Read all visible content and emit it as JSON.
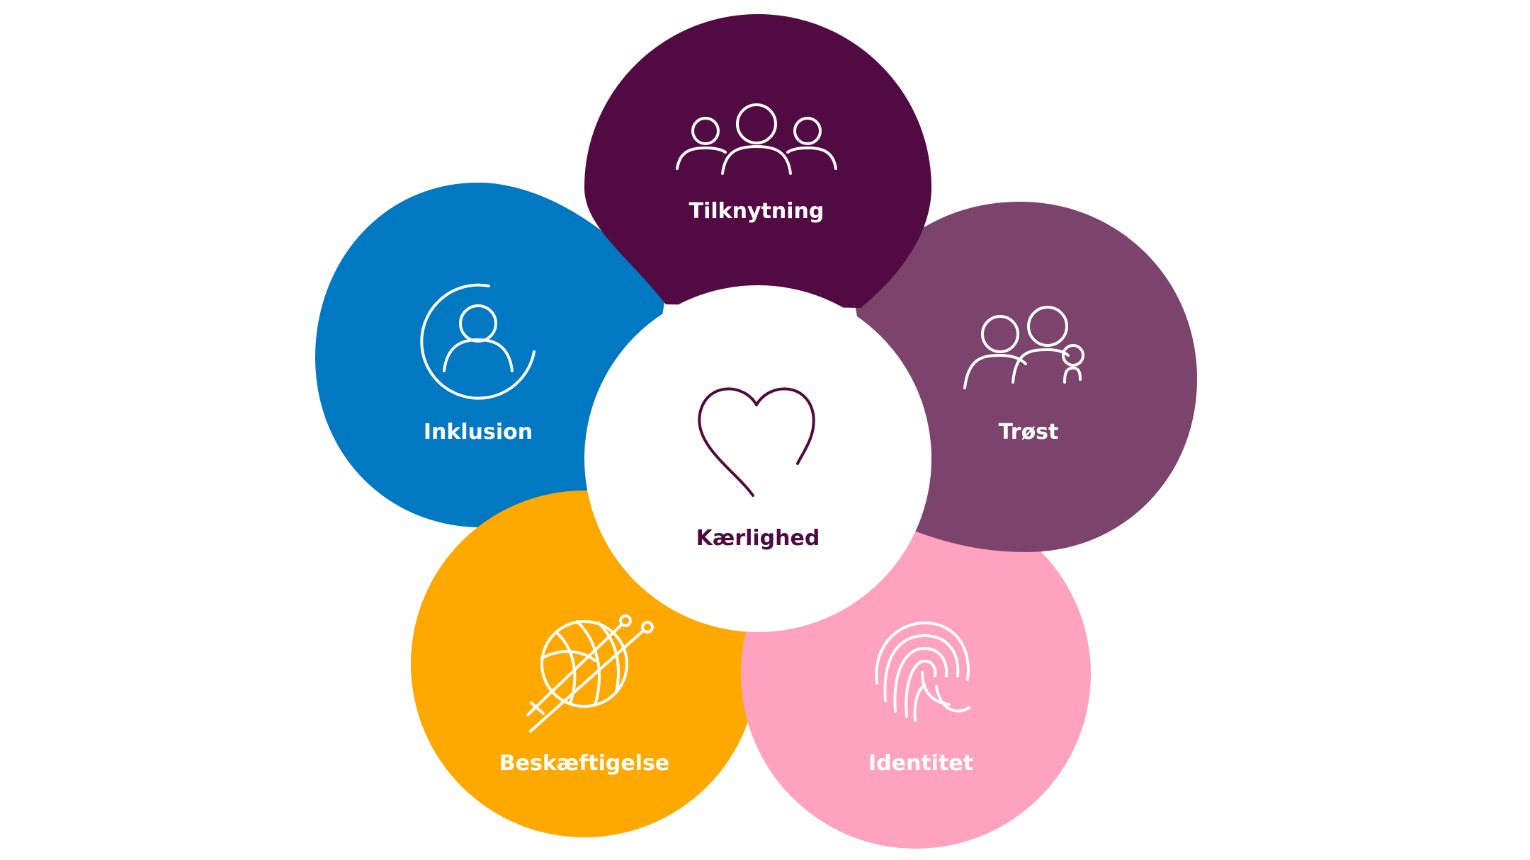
{
  "center": {
    "label": "Kærlighed",
    "icon": "heart-icon",
    "color": "#ffffff",
    "text_color": "#4f0b40"
  },
  "petals": [
    {
      "id": "tilknytning",
      "label": "Tilknytning",
      "icon": "group-of-three-people-icon",
      "color": "#520a42",
      "text_color": "#ffffff"
    },
    {
      "id": "trost",
      "label": "Trøst",
      "icon": "adult-and-child-icon",
      "color": "#7c446c",
      "text_color": "#ffffff"
    },
    {
      "id": "identitet",
      "label": "Identitet",
      "icon": "fingerprint-icon",
      "color": "#ffa2bf",
      "text_color": "#ffffff"
    },
    {
      "id": "beskaeftigelse",
      "label": "Beskæftigelse",
      "icon": "yarn-ball-icon",
      "color": "#ffa800",
      "text_color": "#ffffff"
    },
    {
      "id": "inklusion",
      "label": "Inklusion",
      "icon": "person-in-circle-icon",
      "color": "#0078c2",
      "text_color": "#ffffff"
    }
  ]
}
